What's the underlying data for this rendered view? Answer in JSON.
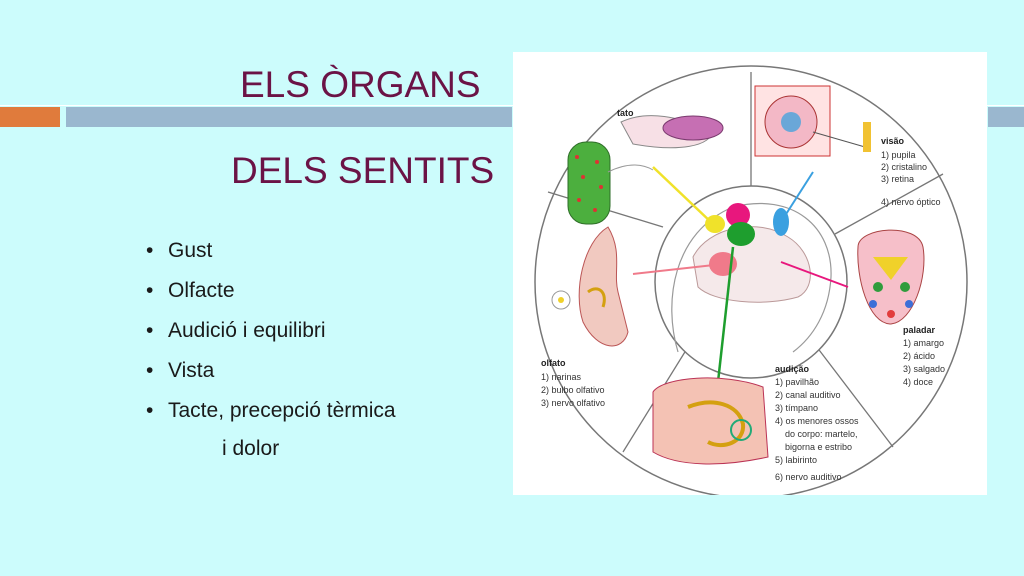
{
  "slide": {
    "title_line1": "ELS ÒRGANS",
    "title_line2": "DELS SENTITS",
    "bullets": [
      "Gust",
      "Olfacte",
      "Audició i equilibri",
      "Vista",
      "Tacte, precepció tèrmica"
    ],
    "bullet_continuation": "i dolor",
    "colors": {
      "background": "#ccfcfc",
      "title": "#6b1346",
      "accent_orange": "#e07b3c",
      "accent_blue": "#9ab7cf"
    }
  },
  "figure": {
    "tato": {
      "title": "tato"
    },
    "visao": {
      "title": "visão",
      "items": [
        "1) pupila",
        "2) cristalino",
        "3) retina",
        "4) nervo óptico"
      ]
    },
    "paladar": {
      "title": "paladar",
      "items": [
        "1) amargo",
        "2) ácido",
        "3) salgado",
        "4) doce"
      ]
    },
    "audicao": {
      "title": "audição",
      "items": [
        "1) pavilhão",
        "2) canal auditivo",
        "3) tímpano",
        "4) os menores ossos",
        "do corpo: martelo,",
        "bigorna e estribo",
        "5) labirinto",
        "6) nervo auditivo"
      ]
    },
    "olfato": {
      "title": "olfato",
      "items": [
        "1) narinas",
        "2) bulbo olfativo",
        "3) nervo olfativo"
      ]
    }
  }
}
